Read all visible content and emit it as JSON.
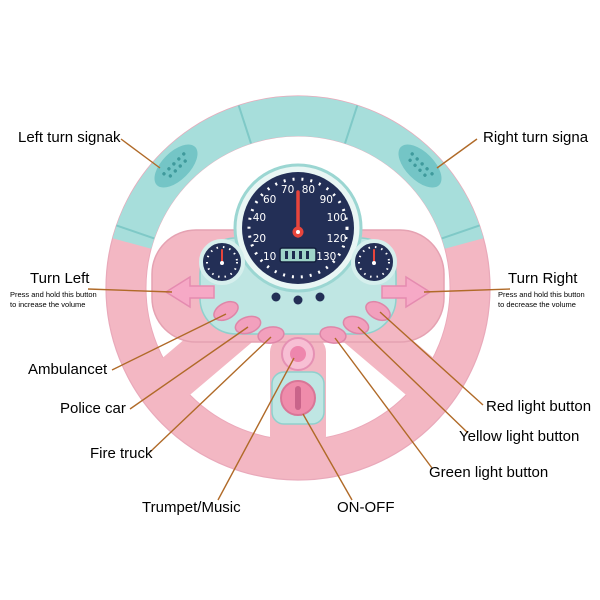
{
  "colors": {
    "ring_pink": "#f3b7c3",
    "grip_teal": "#a7dedb",
    "panel_teal": "#bfe6e3",
    "gauge_navy": "#232f56",
    "needle_red": "#e8453c",
    "button_pink": "#f29ec0",
    "knob_pink": "#ef8cab",
    "leader_line": "#b06a28"
  },
  "callouts": {
    "left_turn_signal": "Left turn signak",
    "right_turn_signal": "Right turn signa",
    "turn_left": {
      "title": "Turn Left",
      "sub_line1": "Press and hold this button",
      "sub_line2": "to increase the volume"
    },
    "turn_right": {
      "title": "Turn Right",
      "sub_line1": "Press and hold this button",
      "sub_line2": "to decrease the volume"
    },
    "ambulance": "Ambulancet",
    "police_car": "Police car",
    "fire_truck": "Fire truck",
    "trumpet_music": "Trumpet/Music",
    "on_off": "ON-OFF",
    "red_light": "Red light button",
    "yellow_light": "Yellow light button",
    "green_light": "Green light button"
  },
  "speedometer": {
    "numbers": [
      "10",
      "20",
      "40",
      "60",
      "70",
      "80",
      "90",
      "100",
      "120",
      "130"
    ]
  }
}
